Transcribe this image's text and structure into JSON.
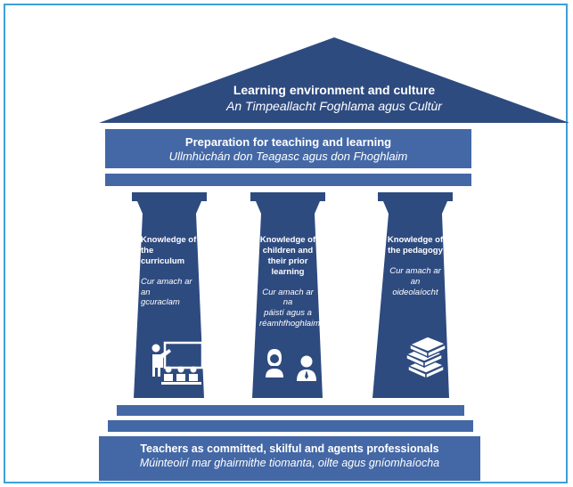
{
  "colors": {
    "frame": "#3f9fd8",
    "dark_blue": "#2e4b80",
    "mid_blue": "#4468a6",
    "text": "#ffffff"
  },
  "roof": {
    "line1": "Learning environment and culture",
    "line2": "An Timpeallacht Foghlama agus Cultùr"
  },
  "lintel": {
    "line1": "Preparation for teaching and learning",
    "line2": "Ullmhùchán don Teagasc agus don Fhoghlaim"
  },
  "pillars": [
    {
      "title": [
        "Knowledge of",
        "the curriculum"
      ],
      "irish": [
        "Cur amach ar an",
        "gcuraclam"
      ],
      "icon": "teacher-whiteboard-icon"
    },
    {
      "title": [
        "Knowledge of",
        "children and",
        "their prior",
        "learning"
      ],
      "irish": [
        "Cur amach ar na",
        "páistí agus a",
        "réamhfhoghlaim"
      ],
      "icon": "children-icon"
    },
    {
      "title": [
        "Knowledge of",
        "the pedagogy"
      ],
      "irish": [
        "Cur amach ar an",
        "oideolaíocht"
      ],
      "icon": "books-icon"
    }
  ],
  "base": {
    "line1": "Teachers as committed, skilful and agents professionals",
    "line2": "Múinteoirí mar ghairmithe tiomanta, oilte agus gníomhaíocha"
  }
}
